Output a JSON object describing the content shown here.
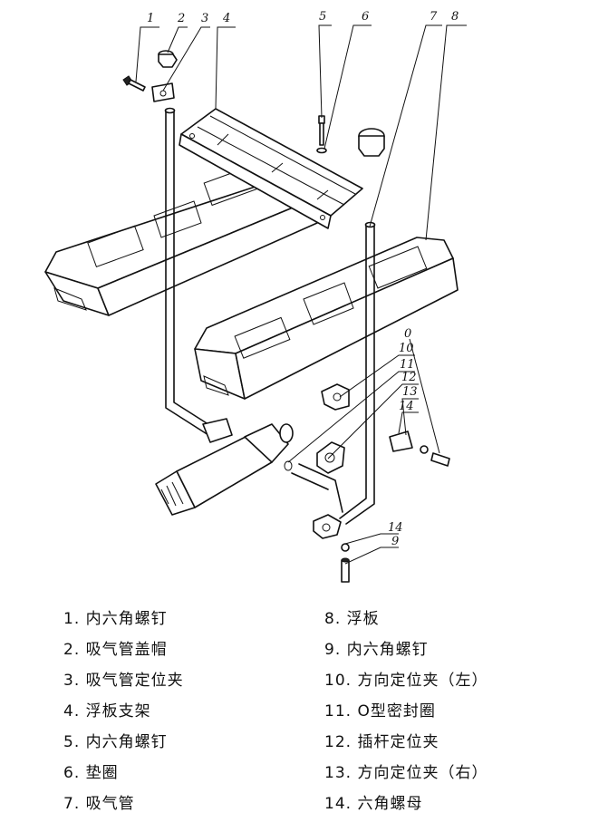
{
  "callouts": [
    {
      "num": "1"
    },
    {
      "num": "2"
    },
    {
      "num": "3"
    },
    {
      "num": "4"
    },
    {
      "num": "5"
    },
    {
      "num": "6"
    },
    {
      "num": "7"
    },
    {
      "num": "8"
    },
    {
      "num": "0"
    },
    {
      "num": "10"
    },
    {
      "num": "11"
    },
    {
      "num": "12"
    },
    {
      "num": "13"
    },
    {
      "num": "14"
    },
    {
      "num": "14"
    },
    {
      "num": "9"
    }
  ],
  "legend": {
    "left": [
      "1. 内六角螺钉",
      "2. 吸气管盖帽",
      "3. 吸气管定位夹",
      "4. 浮板支架",
      "5. 内六角螺钉",
      "6. 垫圈",
      "7. 吸气管"
    ],
    "right": [
      "8. 浮板",
      "9. 内六角螺钉",
      "10. 方向定位夹（左）",
      "11. O型密封圈",
      "12. 插杆定位夹",
      "13. 方向定位夹（右）",
      "14. 六角螺母"
    ]
  }
}
